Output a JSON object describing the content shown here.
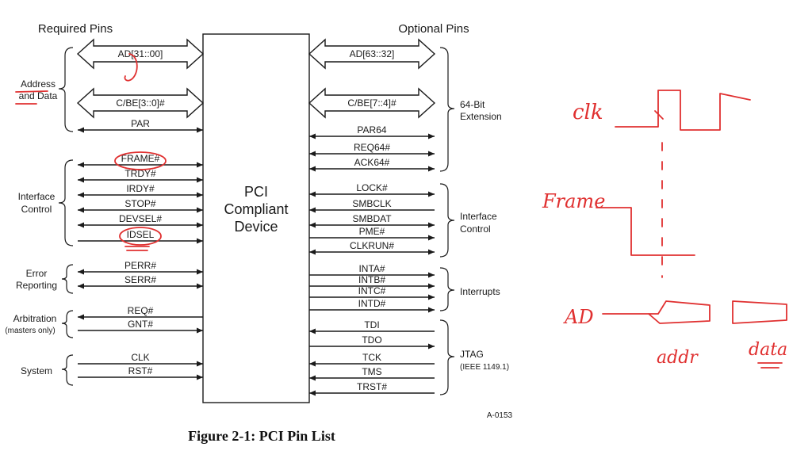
{
  "headers": {
    "required": "Required Pins",
    "optional": "Optional Pins"
  },
  "device": {
    "lines": [
      "PCI",
      "Compliant",
      "Device"
    ]
  },
  "left_groups": [
    {
      "lines": [
        "Address",
        "and Data"
      ]
    },
    {
      "lines": [
        "Interface",
        "Control"
      ]
    },
    {
      "lines": [
        "Error",
        "Reporting"
      ]
    },
    {
      "lines": [
        "Arbitration",
        "(masters only)"
      ]
    },
    {
      "lines": [
        "System"
      ]
    }
  ],
  "right_groups": [
    {
      "lines": [
        "64-Bit",
        "Extension"
      ]
    },
    {
      "lines": [
        "Interface",
        "Control"
      ]
    },
    {
      "lines": [
        "Interrupts"
      ]
    },
    {
      "lines": [
        "JTAG",
        "(IEEE 1149.1)"
      ]
    }
  ],
  "left_pins": [
    {
      "name": "AD[31::00]",
      "type": "bus"
    },
    {
      "name": "C/BE[3::0]#",
      "type": "bus"
    },
    {
      "name": "PAR",
      "type": "bi"
    },
    {
      "name": "FRAME#",
      "type": "bi"
    },
    {
      "name": "TRDY#",
      "type": "bi"
    },
    {
      "name": "IRDY#",
      "type": "bi"
    },
    {
      "name": "STOP#",
      "type": "bi"
    },
    {
      "name": "DEVSEL#",
      "type": "bi"
    },
    {
      "name": "IDSEL",
      "type": "in"
    },
    {
      "name": "PERR#",
      "type": "bi"
    },
    {
      "name": "SERR#",
      "type": "bi"
    },
    {
      "name": "REQ#",
      "type": "out"
    },
    {
      "name": "GNT#",
      "type": "in"
    },
    {
      "name": "CLK",
      "type": "in"
    },
    {
      "name": "RST#",
      "type": "in"
    }
  ],
  "right_pins": [
    {
      "name": "AD[63::32]",
      "type": "bus"
    },
    {
      "name": "C/BE[7::4]#",
      "type": "bus"
    },
    {
      "name": "PAR64",
      "type": "bi"
    },
    {
      "name": "REQ64#",
      "type": "bi"
    },
    {
      "name": "ACK64#",
      "type": "bi"
    },
    {
      "name": "LOCK#",
      "type": "bi"
    },
    {
      "name": "SMBCLK",
      "type": "in"
    },
    {
      "name": "SMBDAT",
      "type": "bi"
    },
    {
      "name": "PME#",
      "type": "out"
    },
    {
      "name": "CLKRUN#",
      "type": "bi"
    },
    {
      "name": "INTA#",
      "type": "out"
    },
    {
      "name": "INTB#",
      "type": "out"
    },
    {
      "name": "INTC#",
      "type": "out"
    },
    {
      "name": "INTD#",
      "type": "out"
    },
    {
      "name": "TDI",
      "type": "in"
    },
    {
      "name": "TDO",
      "type": "out"
    },
    {
      "name": "TCK",
      "type": "in"
    },
    {
      "name": "TMS",
      "type": "in"
    },
    {
      "name": "TRST#",
      "type": "in"
    }
  ],
  "figure_id": "A-0153",
  "caption": "Figure 2-1:  PCI Pin List",
  "annotations": {
    "clk": "clk",
    "frame": "Frame",
    "ad": "AD",
    "addr": "addr",
    "data": "data"
  },
  "colors": {
    "ink": "#1a1a1a",
    "annotation": "#e03030"
  }
}
